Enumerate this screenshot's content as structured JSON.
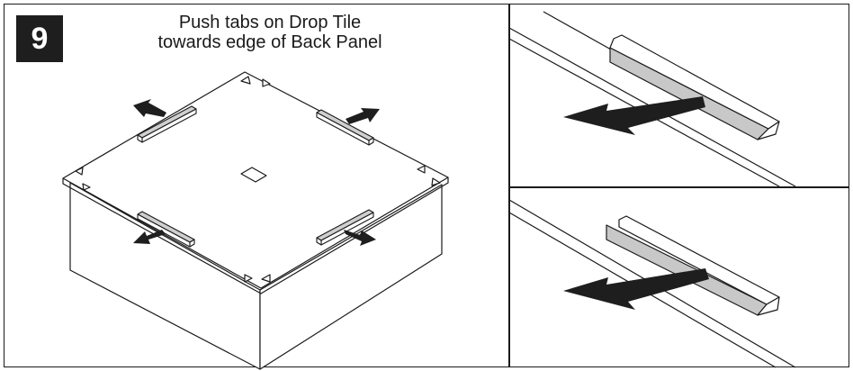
{
  "step": {
    "number": "9",
    "caption_line1": "Push tabs on Drop Tile",
    "caption_line2": "towards edge of Back Panel"
  },
  "colors": {
    "line": "#1a1a1a",
    "tab_fill": "#c8c8c8",
    "arrow": "#1e1e1e",
    "badge": "#1e1e1e"
  },
  "icons": [
    "drop-tile-assembly-illustration",
    "arrow-icon",
    "tab-detail-illustration"
  ]
}
